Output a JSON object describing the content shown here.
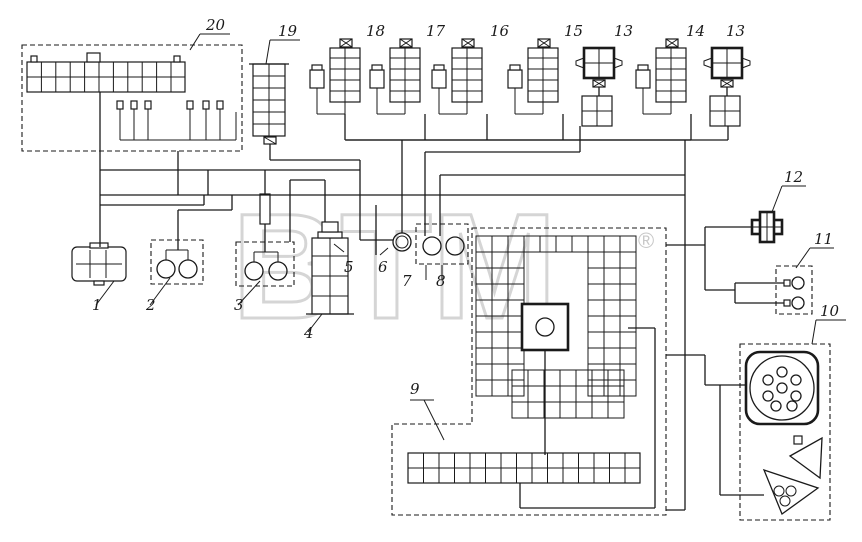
{
  "watermark": {
    "text": "BTM",
    "registered_mark": "®"
  },
  "callouts": [
    "1",
    "2",
    "3",
    "4",
    "5",
    "6",
    "7",
    "8",
    "9",
    "10",
    "11",
    "12",
    "13",
    "14",
    "15",
    "16",
    "17",
    "18",
    "19",
    "20"
  ],
  "colors": {
    "line": "#1a1a1a",
    "background": "#ffffff",
    "watermark": "#c8c8c8"
  }
}
